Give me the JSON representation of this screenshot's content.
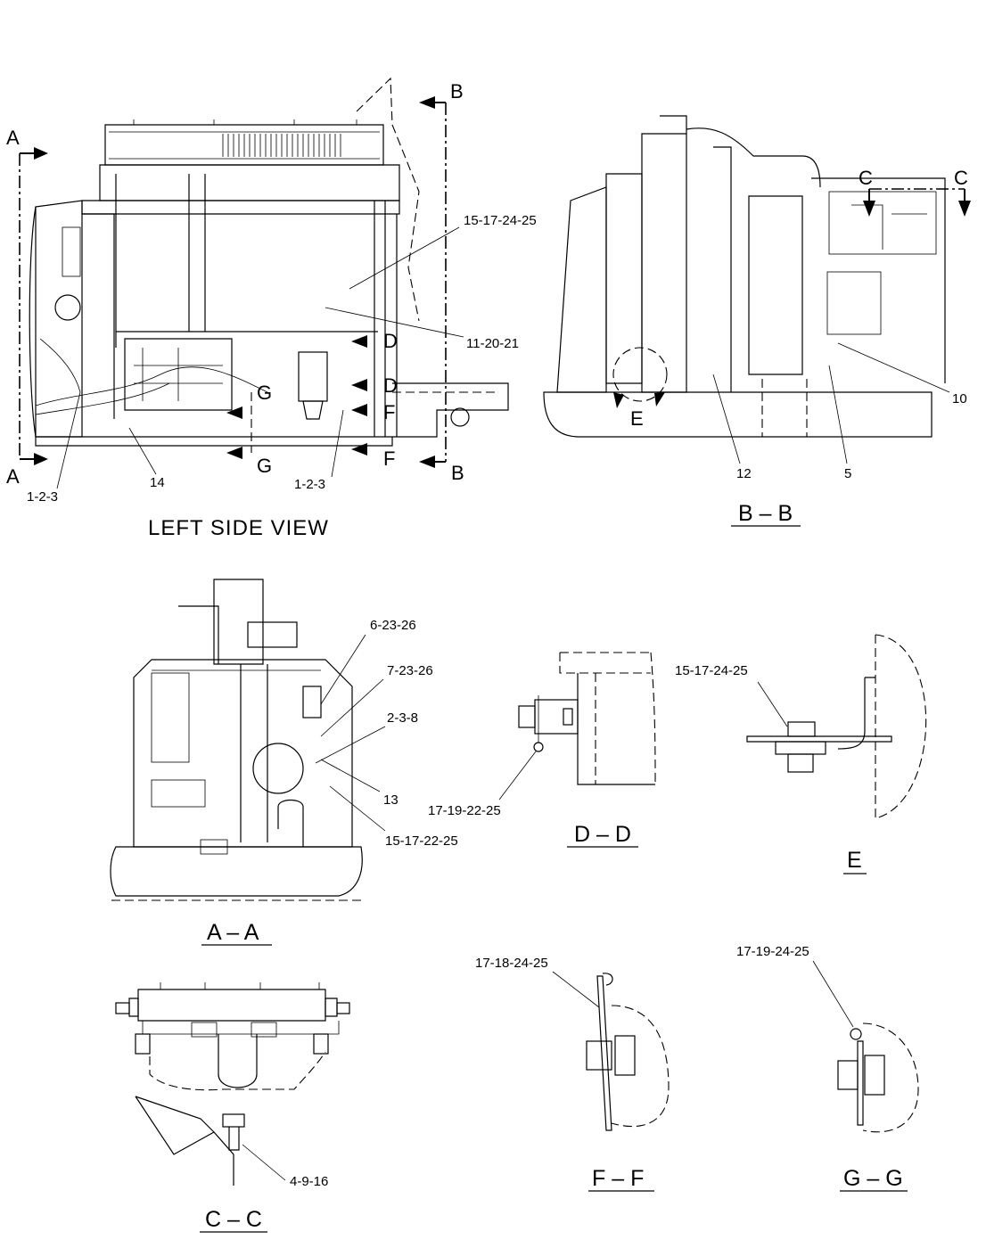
{
  "views": {
    "left_side": {
      "title": "LEFT SIDE VIEW",
      "section_letters": {
        "a_top": "A",
        "a_bottom": "A",
        "b_top": "B",
        "b_bottom": "B",
        "d_upper": "D",
        "d_lower": "D",
        "f_mid": "F",
        "f_bottom": "F",
        "g_mid": "G",
        "g_bottom": "G"
      },
      "callouts": {
        "c1": "15-17-24-25",
        "c2": "11-20-21",
        "c3": "1-2-3",
        "c4": "14",
        "c5": "1-2-3"
      }
    },
    "b_b": {
      "title": "B – B",
      "section_letters": {
        "c_left": "C",
        "c_right": "C",
        "e": "E"
      },
      "callouts": {
        "c1": "10",
        "c2": "12",
        "c3": "5"
      }
    },
    "a_a": {
      "title": "A – A",
      "callouts": {
        "c1": "6-23-26",
        "c2": "7-23-26",
        "c3": "2-3-8",
        "c4": "13",
        "c5": "15-17-22-25"
      }
    },
    "d_d": {
      "title": "D – D",
      "callouts": {
        "c1": "17-19-22-25"
      }
    },
    "e": {
      "title": "E",
      "callouts": {
        "c1": "15-17-24-25"
      }
    },
    "c_c": {
      "title": "C – C",
      "callouts": {
        "c1": "4-9-16"
      }
    },
    "f_f": {
      "title": "F – F",
      "callouts": {
        "c1": "17-18-24-25"
      }
    },
    "g_g": {
      "title": "G – G",
      "callouts": {
        "c1": "17-19-24-25"
      }
    }
  }
}
